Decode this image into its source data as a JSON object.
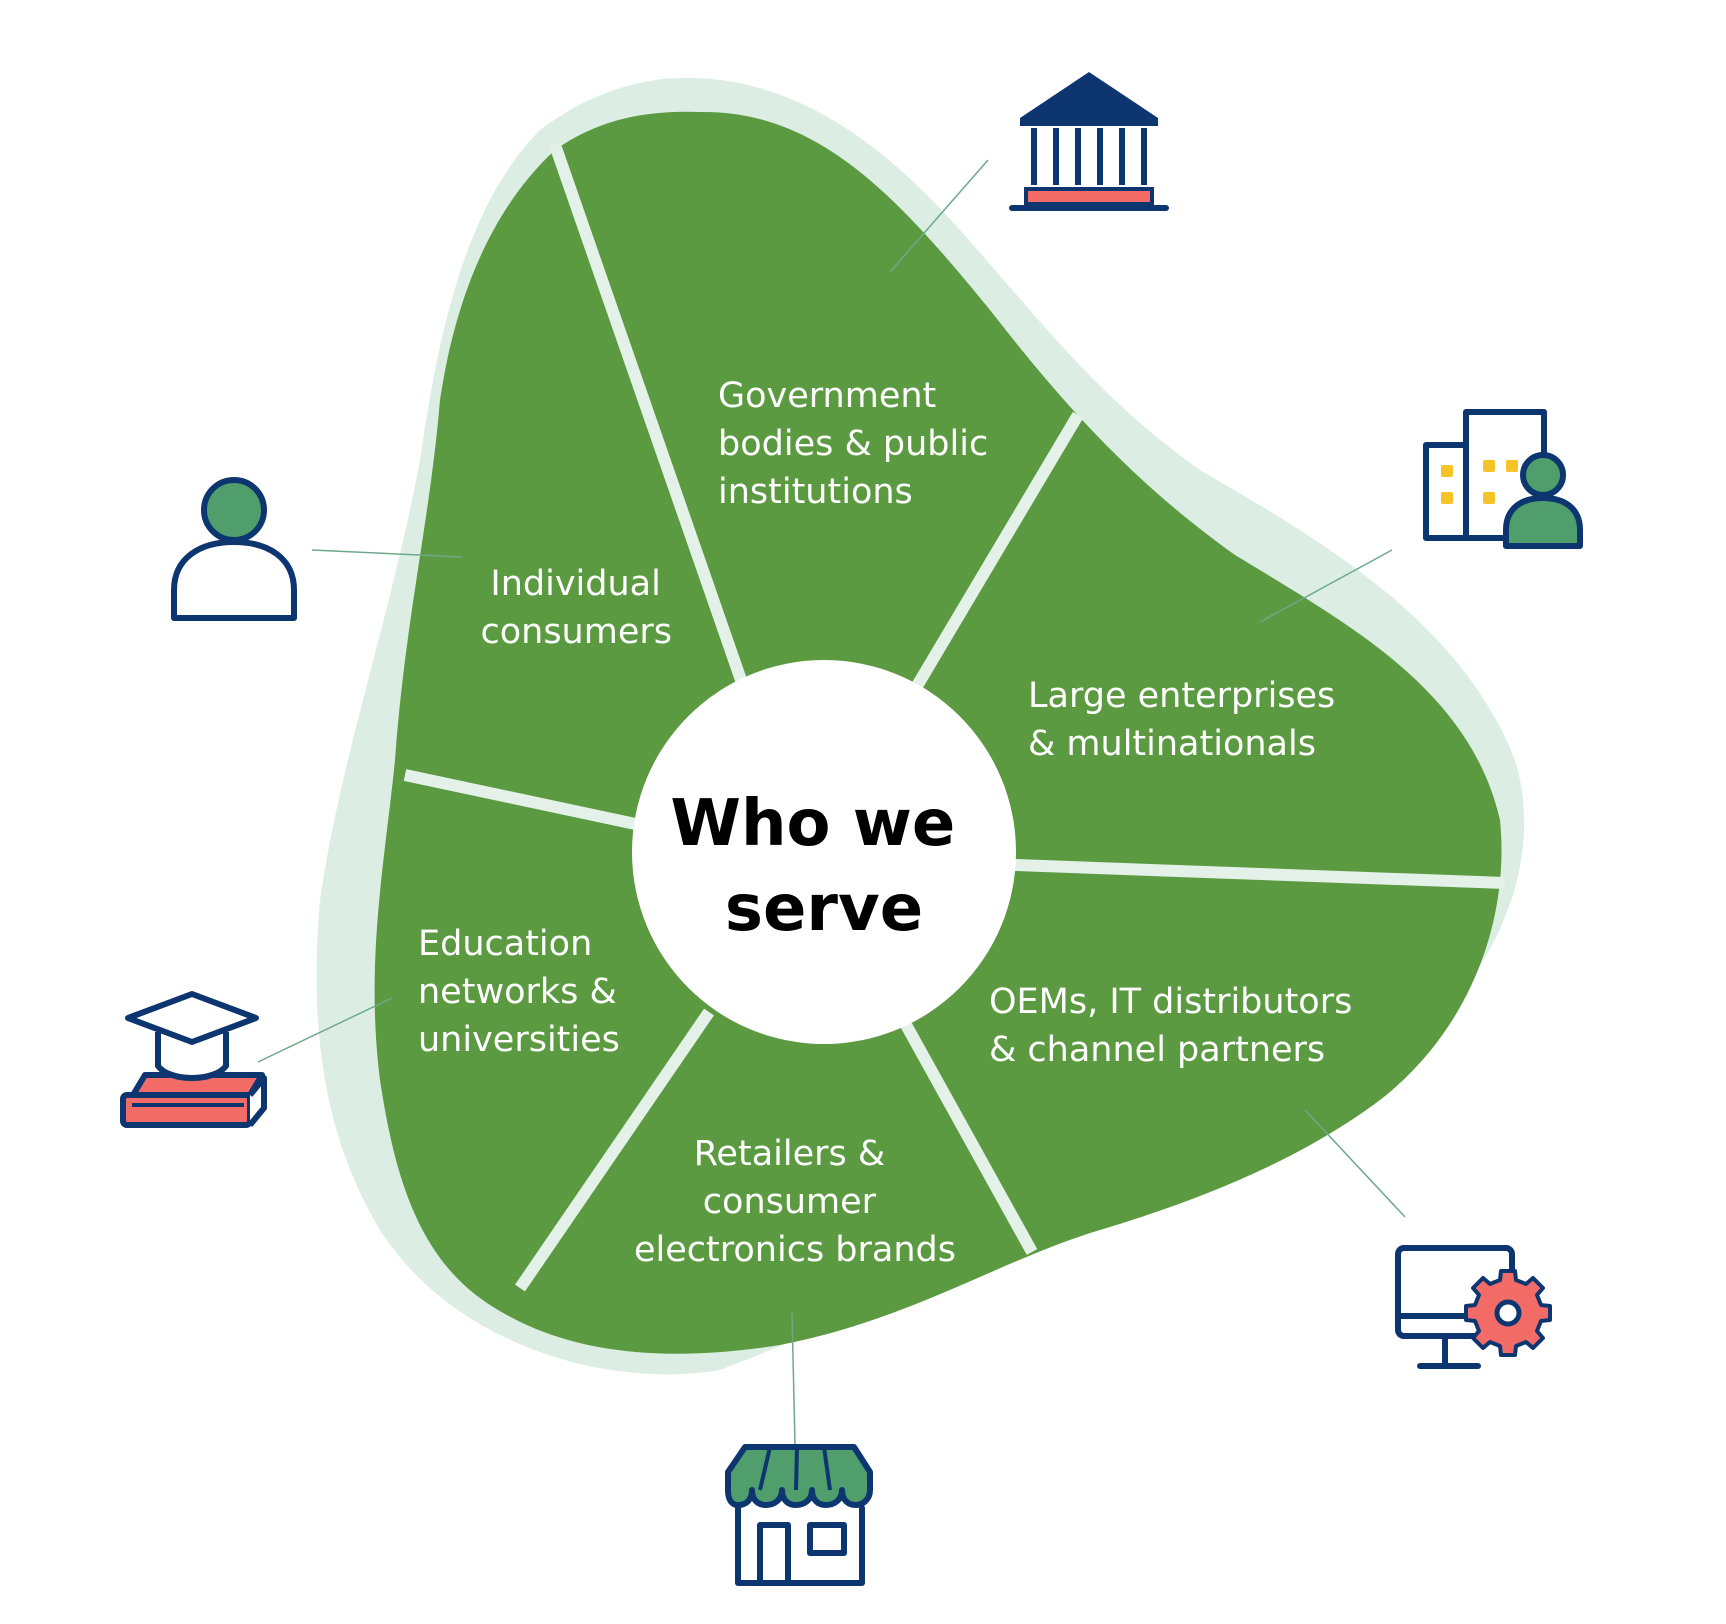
{
  "center": {
    "title_lines": [
      "Who we",
      "serve"
    ]
  },
  "segments": [
    {
      "id": "government",
      "lines": [
        "Government",
        "bodies & public",
        "institutions"
      ],
      "icon": "government-building-icon"
    },
    {
      "id": "enterprises",
      "lines": [
        "Large enterprises",
        "& multinationals"
      ],
      "icon": "office-person-icon"
    },
    {
      "id": "oems",
      "lines": [
        "OEMs, IT distributors",
        "& channel partners"
      ],
      "icon": "computer-gear-icon"
    },
    {
      "id": "retailers",
      "lines": [
        "Retailers &",
        "consumer",
        "electronics brands"
      ],
      "icon": "storefront-icon"
    },
    {
      "id": "education",
      "lines": [
        "Education",
        "networks &",
        "universities"
      ],
      "icon": "graduation-cap-book-icon"
    },
    {
      "id": "individual",
      "lines": [
        "Individual",
        "consumers"
      ],
      "icon": "person-icon"
    }
  ],
  "colors": {
    "segment_fill": "#5b9a41",
    "halo": "#dceee3",
    "divider": "#e4f1e8",
    "icon_navy": "#0d3670",
    "icon_green": "#4f9e6c",
    "icon_red": "#f26b67",
    "icon_yellow": "#f6c428",
    "leader_line": "#6ea88a"
  }
}
